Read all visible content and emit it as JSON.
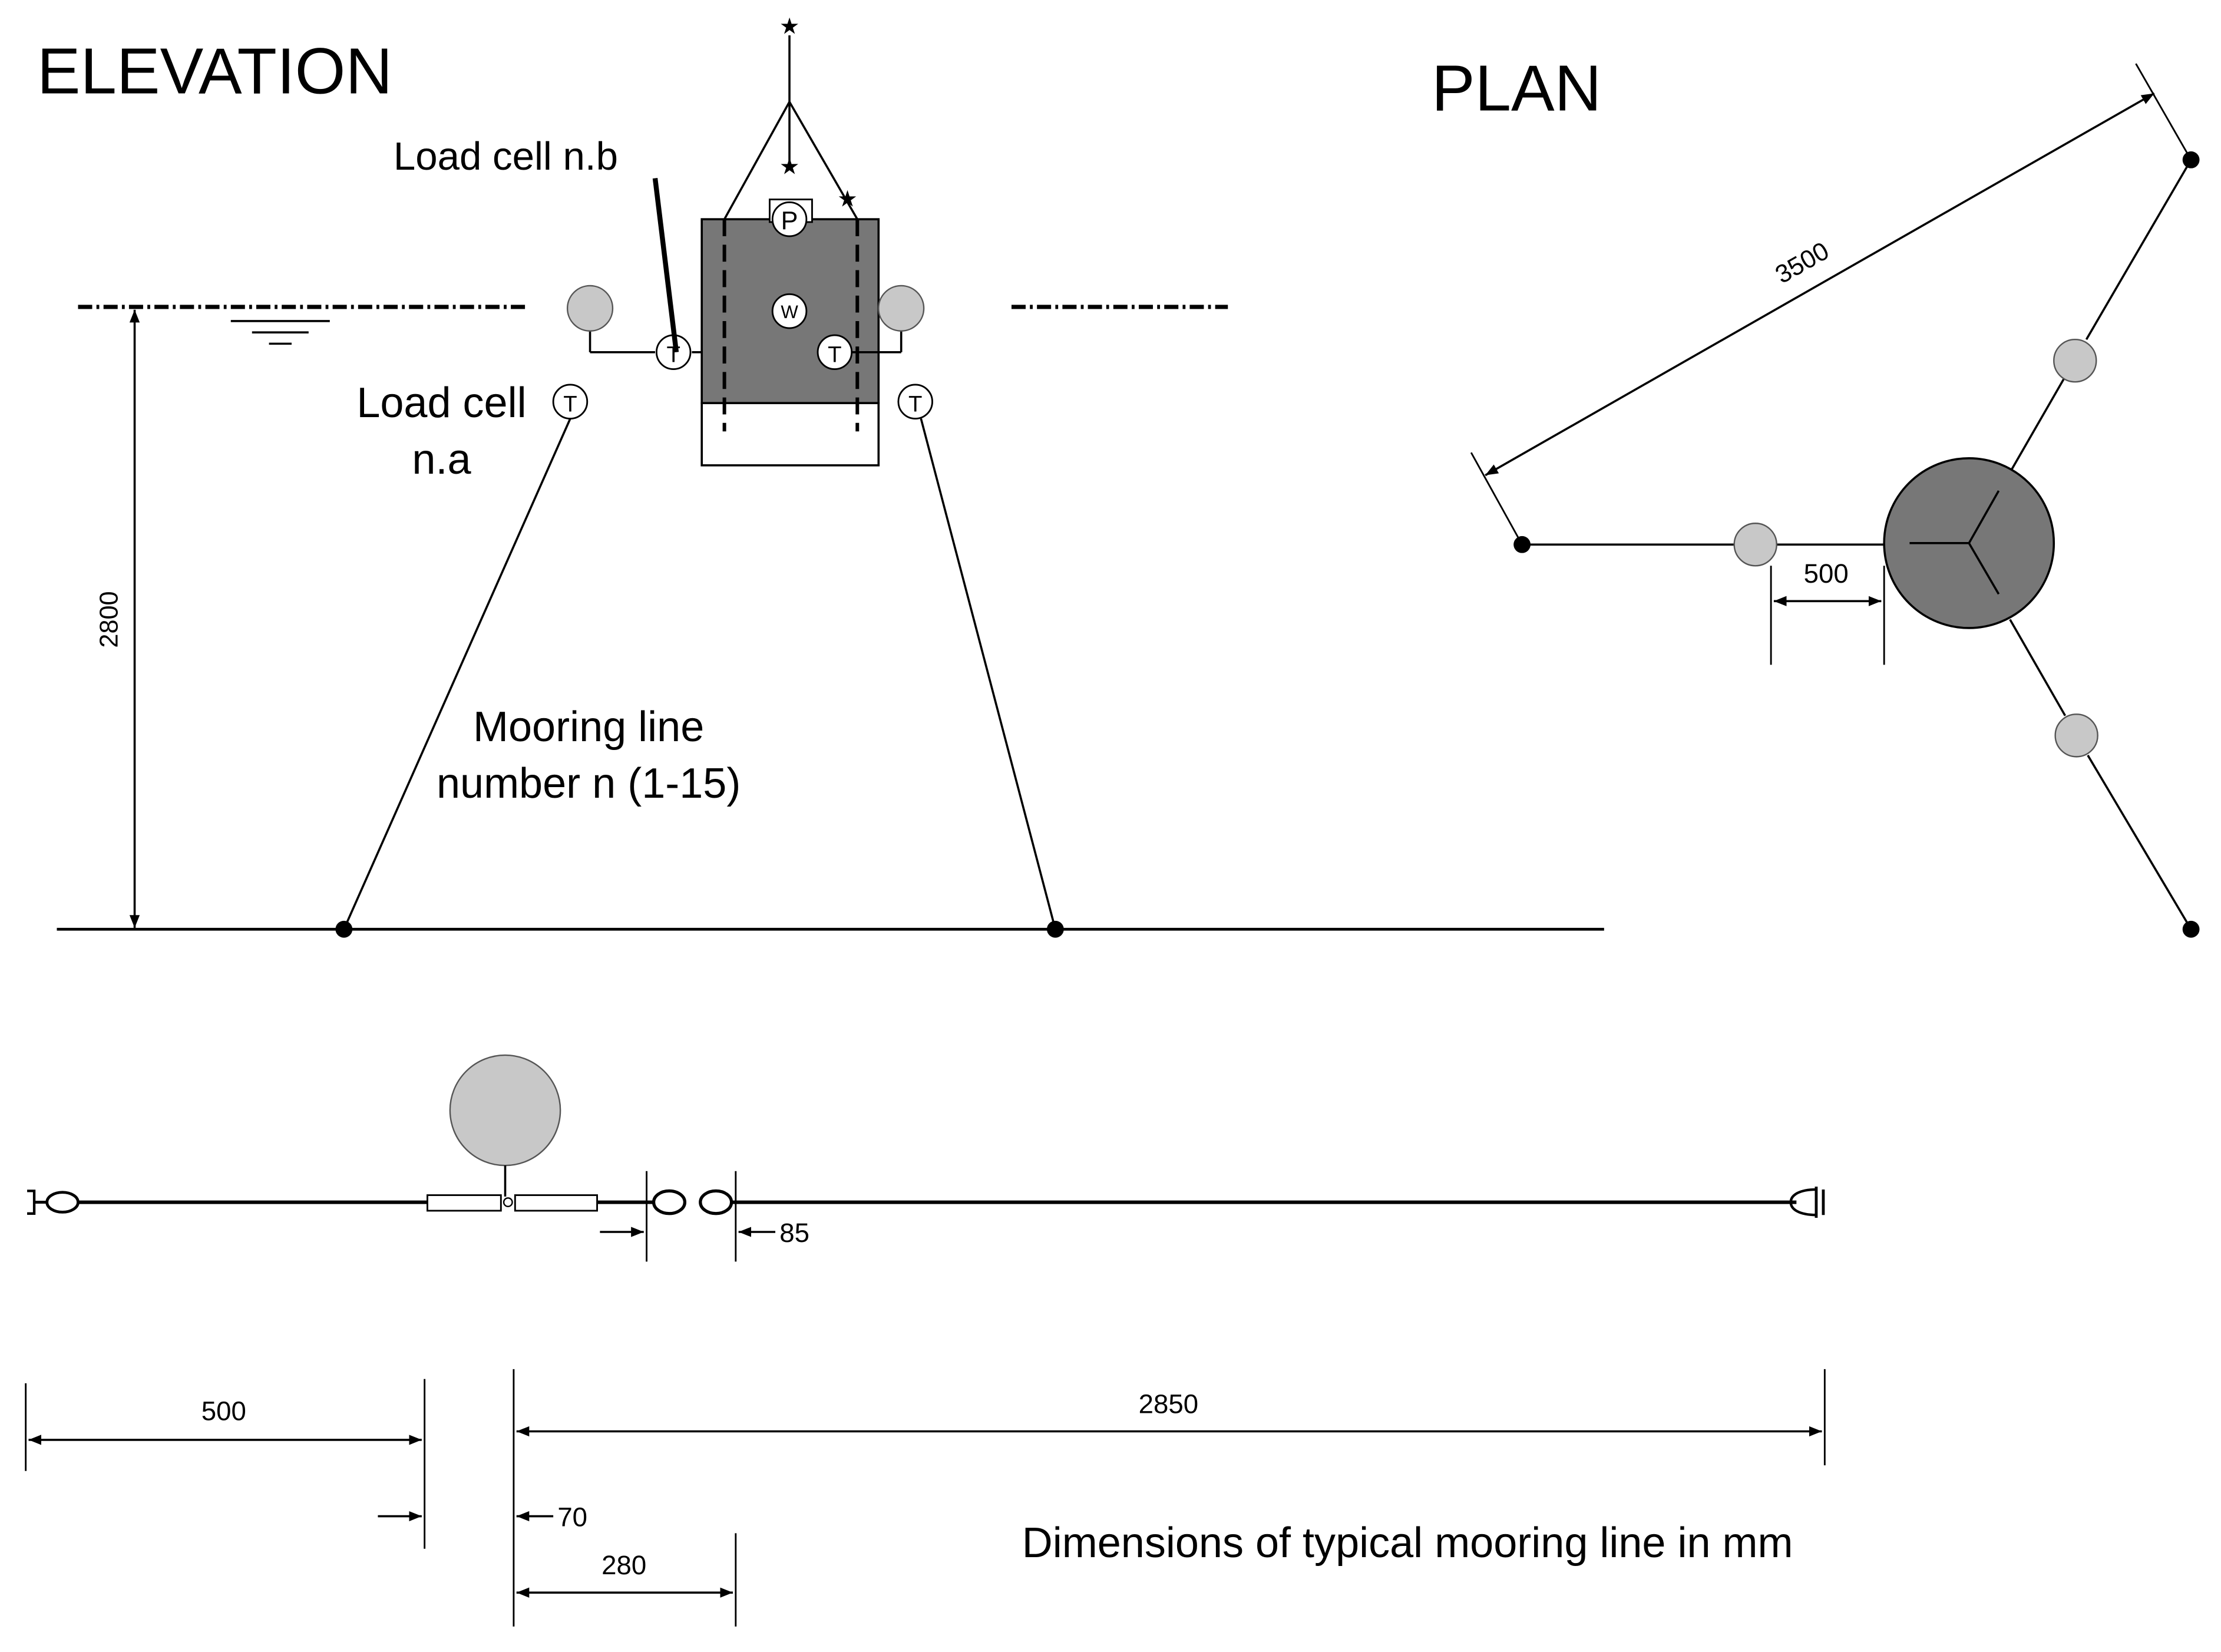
{
  "elevation": {
    "title": "ELEVATION",
    "load_cell_a_line1": "Load cell",
    "load_cell_a_line2": "n.a",
    "load_cell_b": "Load cell n.b",
    "mooring_line_line1": "Mooring line",
    "mooring_line_line2": "number n (1-15)",
    "depth_dim": "2800",
    "symbol_p": "P",
    "symbol_w": "W",
    "symbol_t": "T",
    "star": "★"
  },
  "plan": {
    "title": "PLAN",
    "radius_dim": "3500",
    "offset_dim": "500"
  },
  "mooring_detail": {
    "dim_85": "85",
    "dim_500": "500",
    "dim_2850": "2850",
    "dim_70": "70",
    "dim_280": "280",
    "caption": "Dimensions of typical mooring line in mm"
  },
  "colors": {
    "hull": "#777777",
    "buoy": "#c8c8c8",
    "line": "#000000"
  }
}
